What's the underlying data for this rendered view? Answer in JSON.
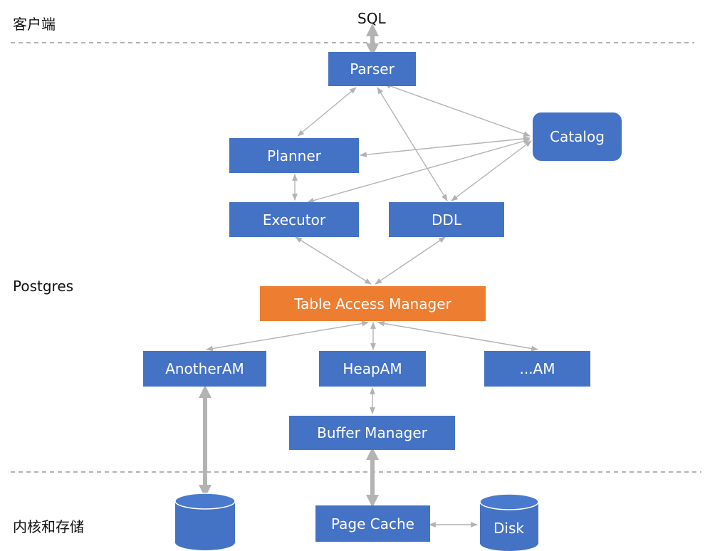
{
  "labels": {
    "client": "客户端",
    "postgres": "Postgres",
    "kernel_storage": "内核和存储",
    "sql": "SQL"
  },
  "nodes": {
    "parser": "Parser",
    "catalog": "Catalog",
    "planner": "Planner",
    "executor": "Executor",
    "ddl": "DDL",
    "table_access_manager": "Table Access Manager",
    "another_am": "AnotherAM",
    "heap_am": "HeapAM",
    "more_am": "...AM",
    "buffer_manager": "Buffer Manager",
    "page_cache": "Page Cache",
    "disk": "Disk"
  },
  "colors": {
    "node_blue": "#4472c4",
    "node_orange": "#ed7d31",
    "arrow_gray": "#b3b3b3",
    "divider_gray": "#999999"
  }
}
